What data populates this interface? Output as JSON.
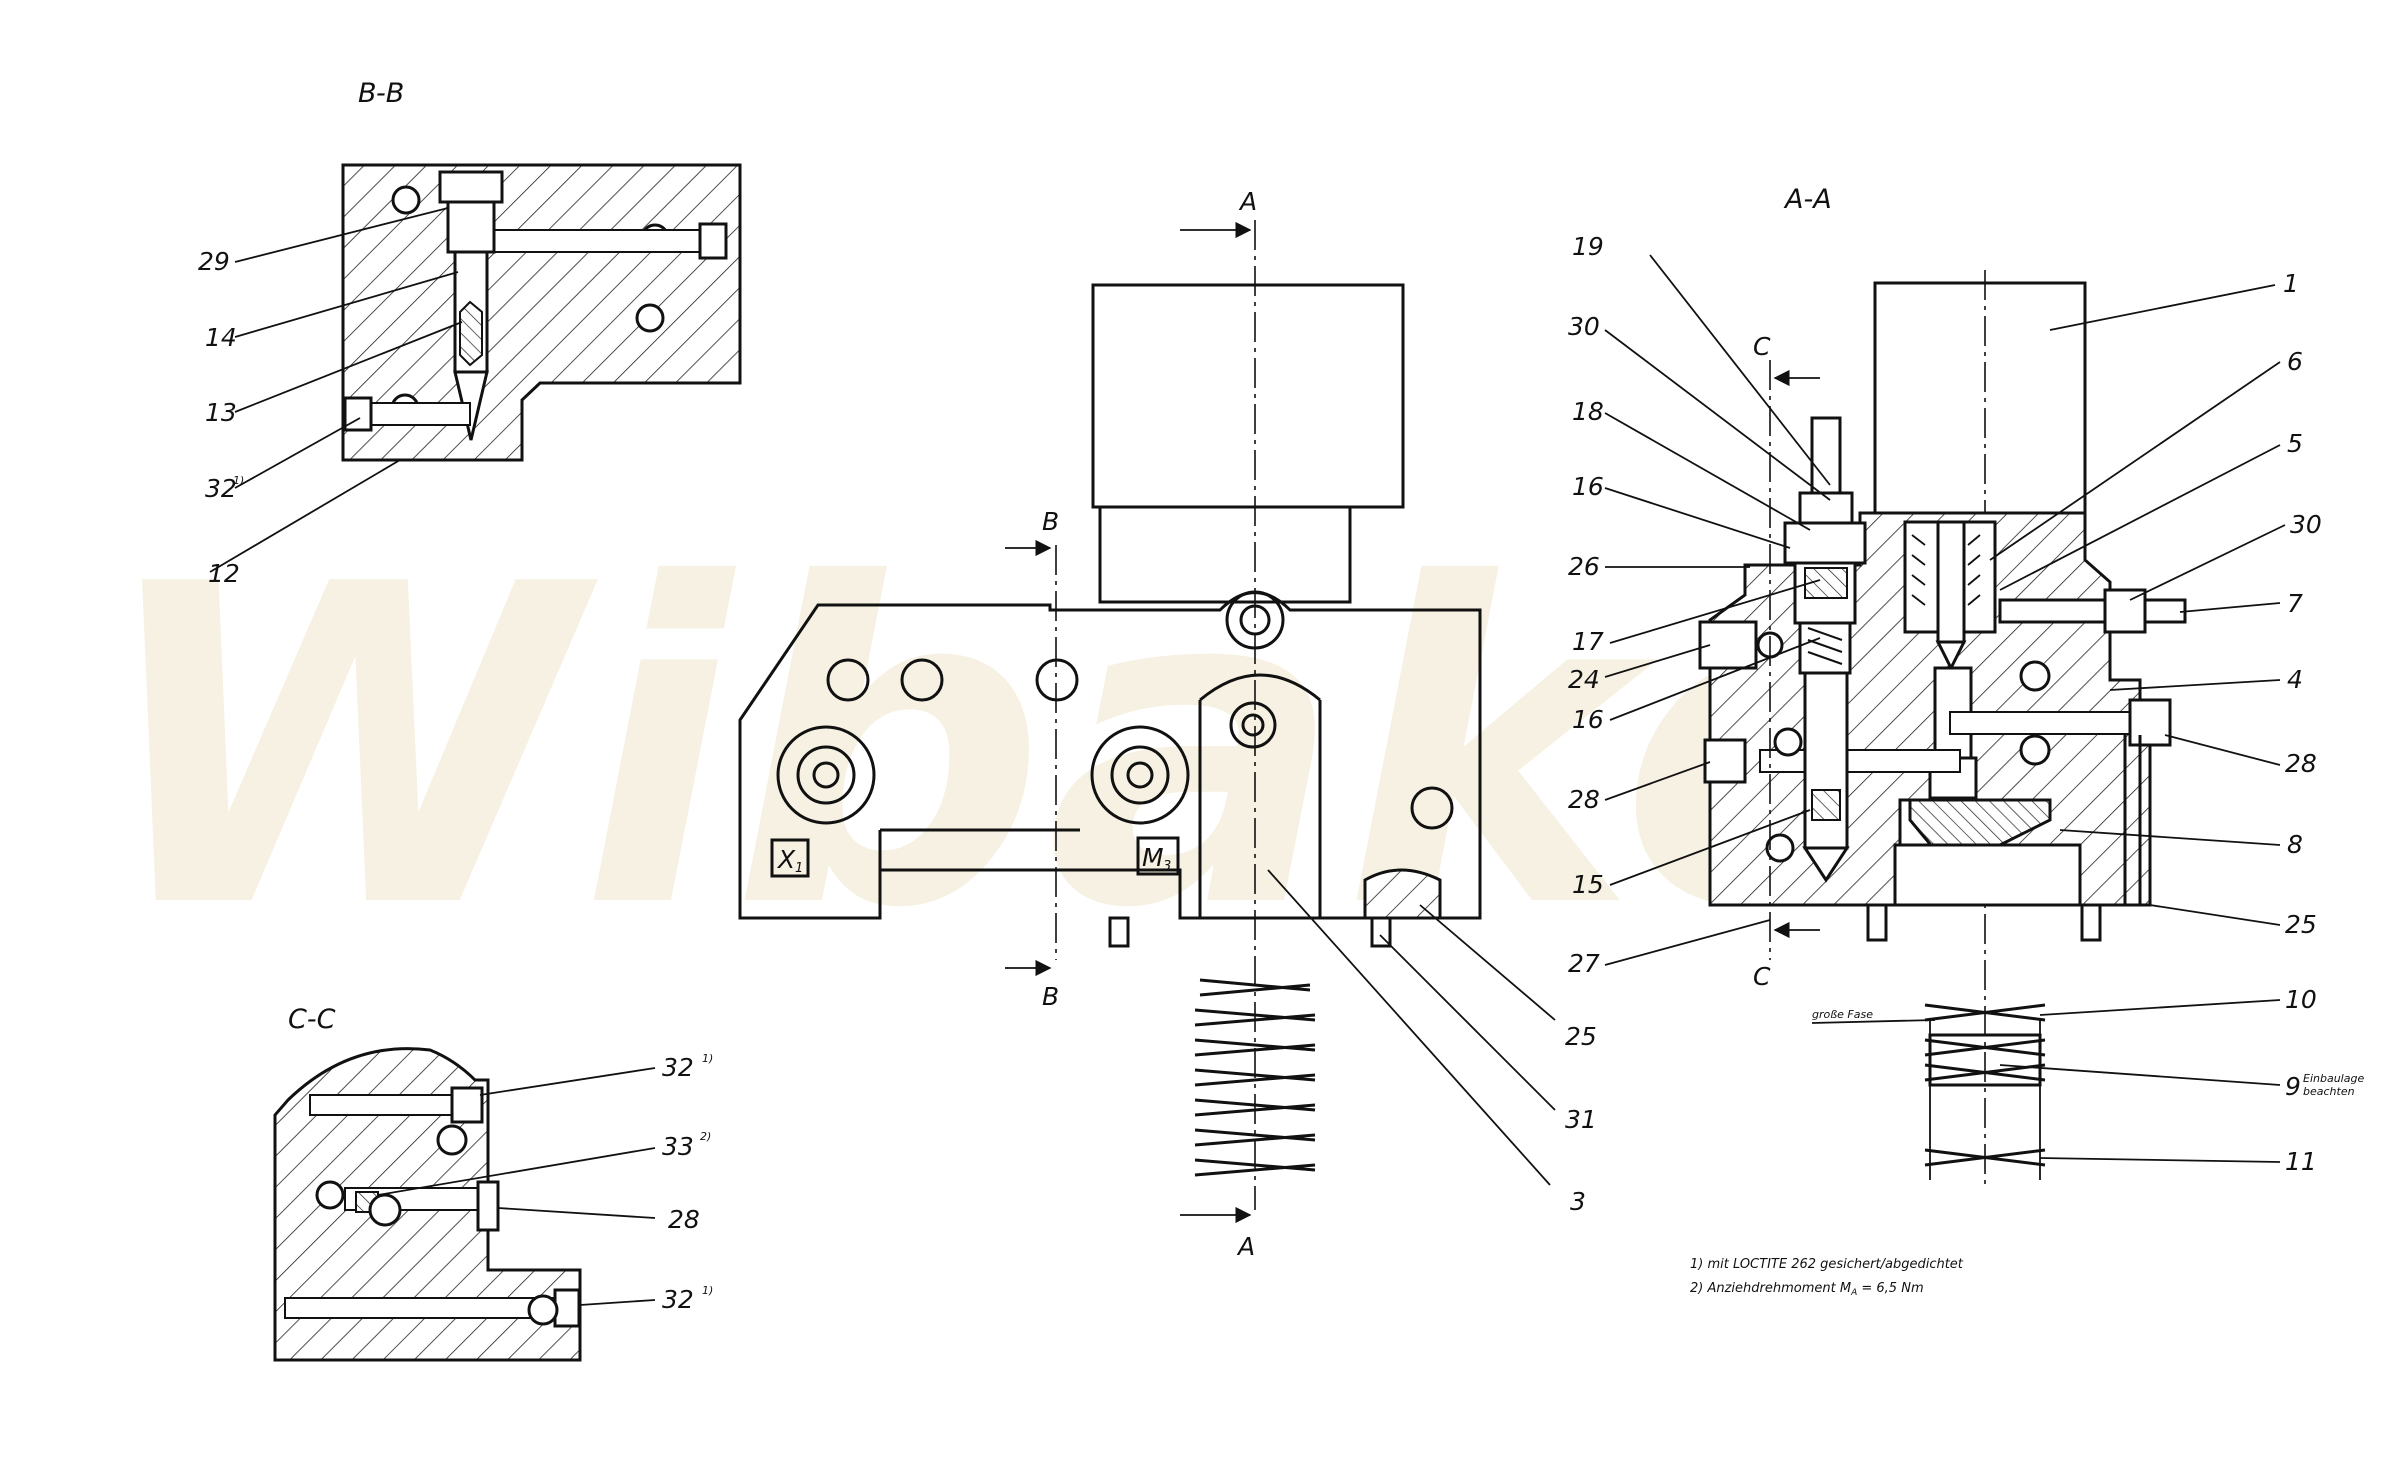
{
  "watermark": "Wibako",
  "views": {
    "bb": "B-B",
    "aa": "A-A",
    "cc": "C-C"
  },
  "section_marks": {
    "a_top": "A",
    "a_bottom": "A",
    "b_top": "B",
    "b_bottom": "B",
    "c_top": "C",
    "c_bottom": "C"
  },
  "port_labels": {
    "x": "X",
    "x_sub": "1",
    "m": "M",
    "m_sub": "3"
  },
  "callouts_bb": {
    "c29": "29",
    "c14": "14",
    "c13": "13",
    "c32": "32",
    "c32_sup": "1)",
    "c12": "12"
  },
  "callouts_main": {
    "c25": "25",
    "c31": "31",
    "c3": "3"
  },
  "callouts_aa": {
    "c19": "19",
    "c30a": "30",
    "c18": "18",
    "c16a": "16",
    "c26": "26",
    "c17": "17",
    "c24": "24",
    "c16b": "16",
    "c28a": "28",
    "c15": "15",
    "c27": "27",
    "c1": "1",
    "c6": "6",
    "c5": "5",
    "c30b": "30",
    "c7": "7",
    "c4": "4",
    "c28b": "28",
    "c8": "8",
    "c25": "25",
    "c10": "10",
    "c9": "9",
    "c9_note1": "Einbaulage",
    "c9_note2": "beachten",
    "c11": "11",
    "grosse_fase": "große Fase"
  },
  "callouts_cc": {
    "c32a": "32",
    "c32a_sup": "1)",
    "c33": "33",
    "c33_sup": "2)",
    "c28": "28",
    "c32b": "32",
    "c32b_sup": "1)"
  },
  "footnotes": {
    "note1": "1) mit LOCTITE 262 gesichert/abgedichtet",
    "note2": "2) Anziehdrehmoment M",
    "note2_sub": "A",
    "note2_tail": " = 6,5 Nm"
  }
}
